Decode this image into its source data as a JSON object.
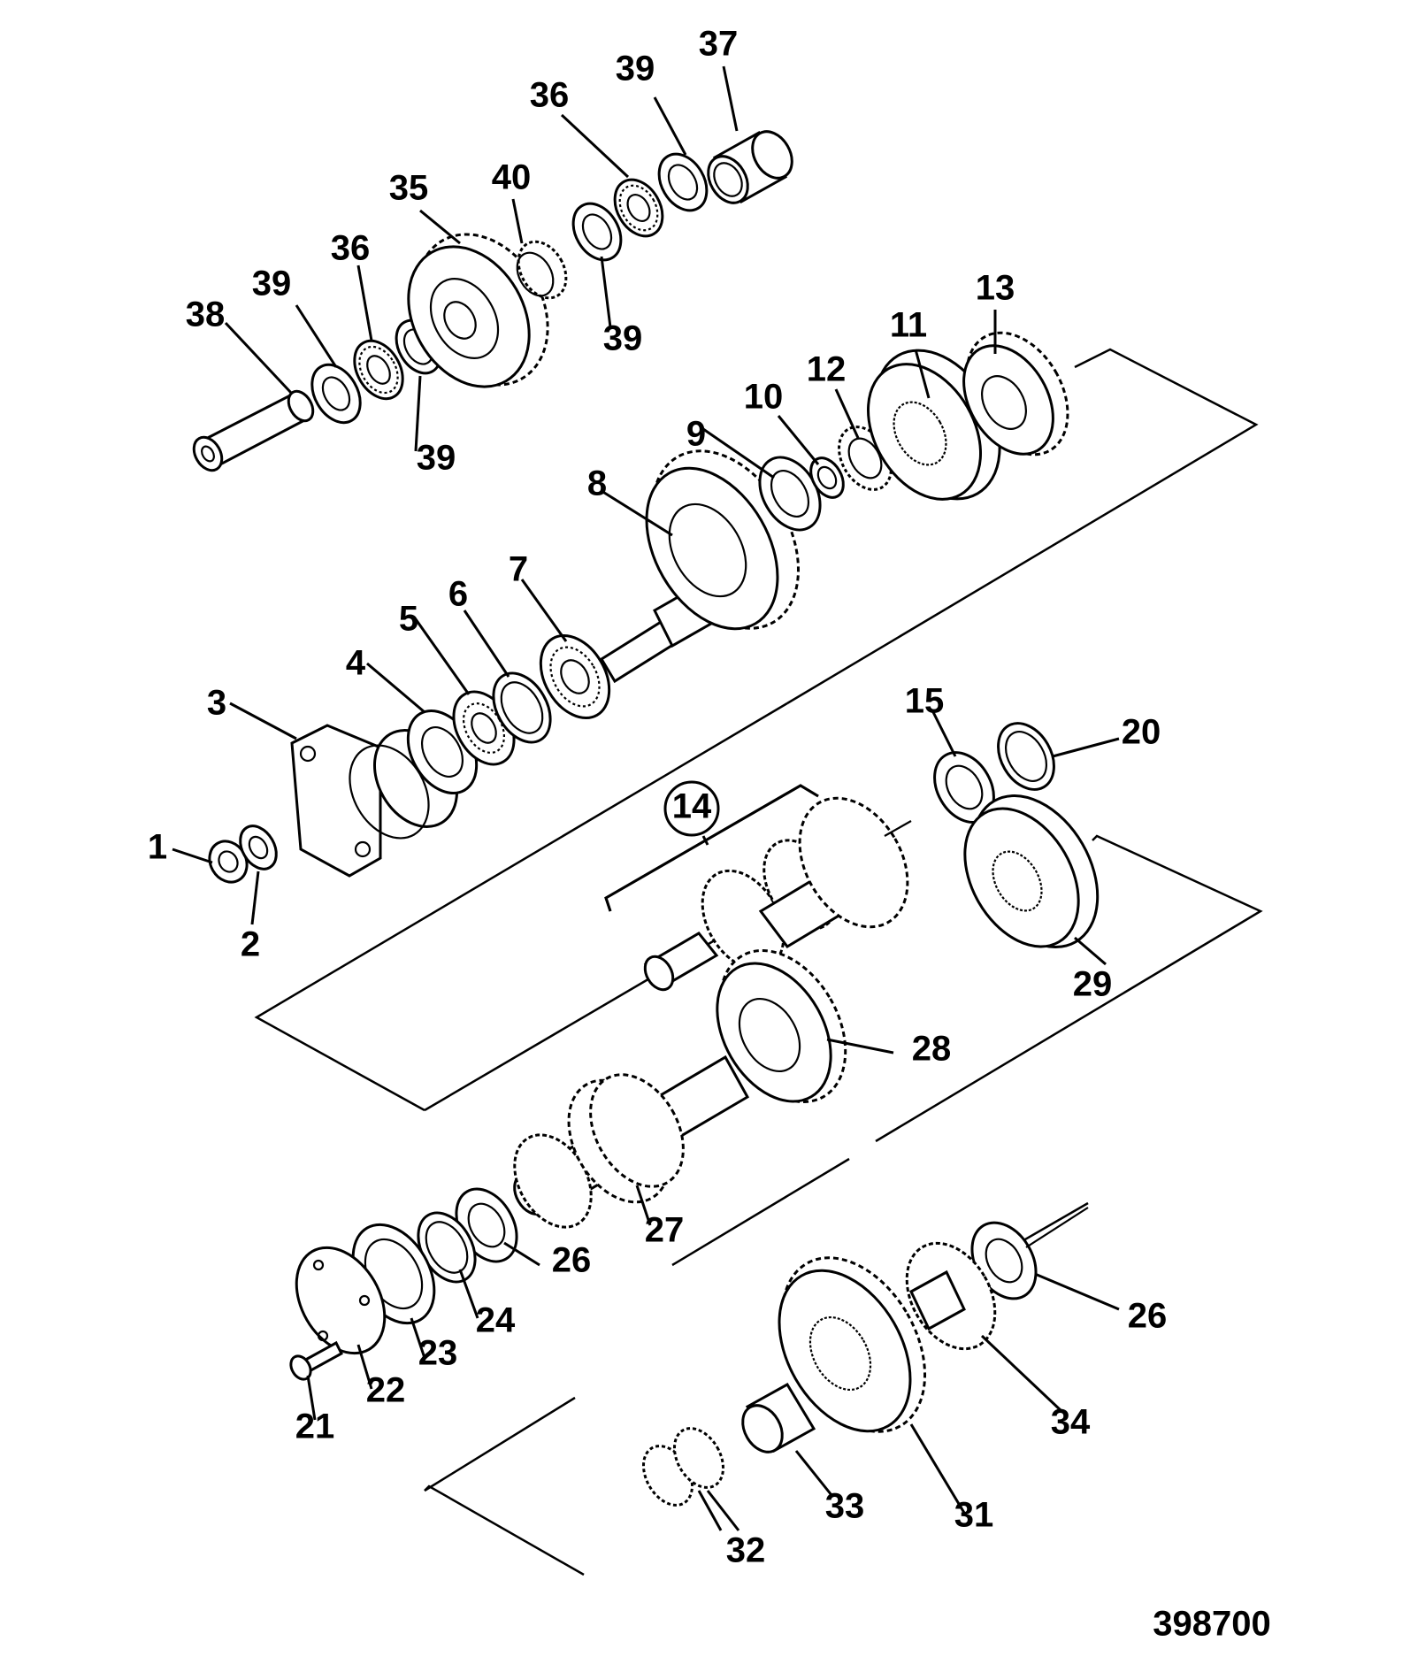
{
  "diagram": {
    "drawing_number": "398700",
    "callouts": [
      {
        "id": "c1",
        "label": "1"
      },
      {
        "id": "c2",
        "label": "2"
      },
      {
        "id": "c3",
        "label": "3"
      },
      {
        "id": "c4",
        "label": "4"
      },
      {
        "id": "c5",
        "label": "5"
      },
      {
        "id": "c6",
        "label": "6"
      },
      {
        "id": "c7",
        "label": "7"
      },
      {
        "id": "c8",
        "label": "8"
      },
      {
        "id": "c9",
        "label": "9"
      },
      {
        "id": "c10",
        "label": "10"
      },
      {
        "id": "c11",
        "label": "11"
      },
      {
        "id": "c12",
        "label": "12"
      },
      {
        "id": "c13",
        "label": "13"
      },
      {
        "id": "c14",
        "label": "14"
      },
      {
        "id": "c15",
        "label": "15"
      },
      {
        "id": "c20",
        "label": "20"
      },
      {
        "id": "c21",
        "label": "21"
      },
      {
        "id": "c22",
        "label": "22"
      },
      {
        "id": "c23",
        "label": "23"
      },
      {
        "id": "c24",
        "label": "24"
      },
      {
        "id": "c26a",
        "label": "26"
      },
      {
        "id": "c26b",
        "label": "26"
      },
      {
        "id": "c27",
        "label": "27"
      },
      {
        "id": "c28",
        "label": "28"
      },
      {
        "id": "c29",
        "label": "29"
      },
      {
        "id": "c31",
        "label": "31"
      },
      {
        "id": "c32",
        "label": "32"
      },
      {
        "id": "c33",
        "label": "33"
      },
      {
        "id": "c34",
        "label": "34"
      },
      {
        "id": "c35",
        "label": "35"
      },
      {
        "id": "c36a",
        "label": "36"
      },
      {
        "id": "c36b",
        "label": "36"
      },
      {
        "id": "c37",
        "label": "37"
      },
      {
        "id": "c38",
        "label": "38"
      },
      {
        "id": "c39a",
        "label": "39"
      },
      {
        "id": "c39b",
        "label": "39"
      },
      {
        "id": "c39c",
        "label": "39"
      },
      {
        "id": "c39d",
        "label": "39"
      },
      {
        "id": "c40",
        "label": "40"
      }
    ]
  }
}
